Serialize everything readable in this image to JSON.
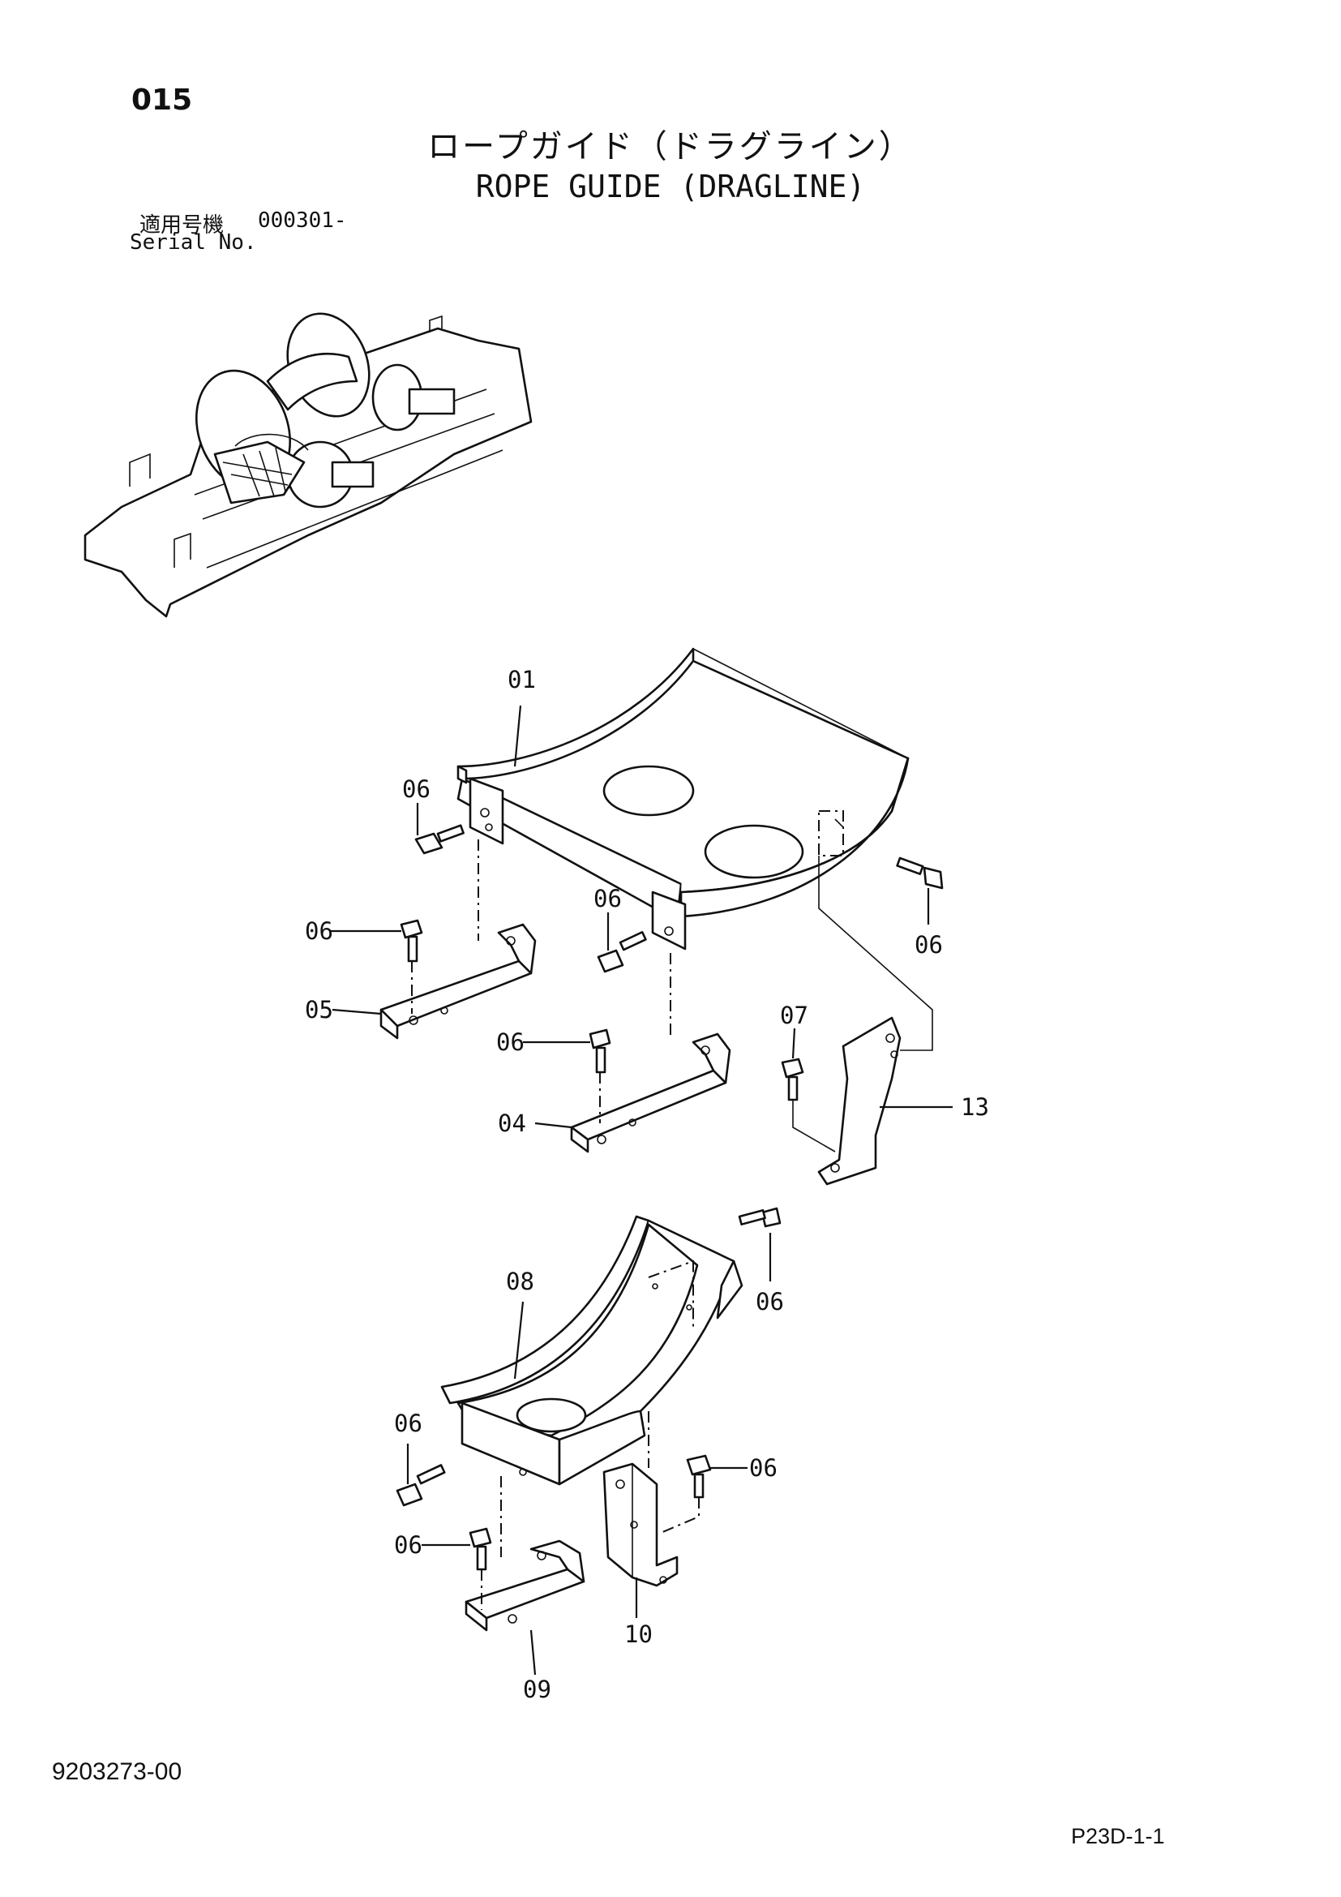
{
  "header": {
    "page_number": "015",
    "title_jp": "ロープガイド（ドラグライン）",
    "title_en": "ROPE GUIDE (DRAGLINE)",
    "serial_label_jp": "適用号機",
    "serial_value": "000301-",
    "serial_label_en": "Serial No."
  },
  "footer": {
    "doc_number": "9203273-00",
    "page_ref": "P23D-1-1"
  },
  "callouts": {
    "c01": "01",
    "c04": "04",
    "c05": "05",
    "c06a": "06",
    "c06b": "06",
    "c06c": "06",
    "c06d": "06",
    "c06e": "06",
    "c06f": "06",
    "c06g": "06",
    "c06h": "06",
    "c06i": "06",
    "c07": "07",
    "c08": "08",
    "c09": "09",
    "c10": "10",
    "c13": "13"
  }
}
